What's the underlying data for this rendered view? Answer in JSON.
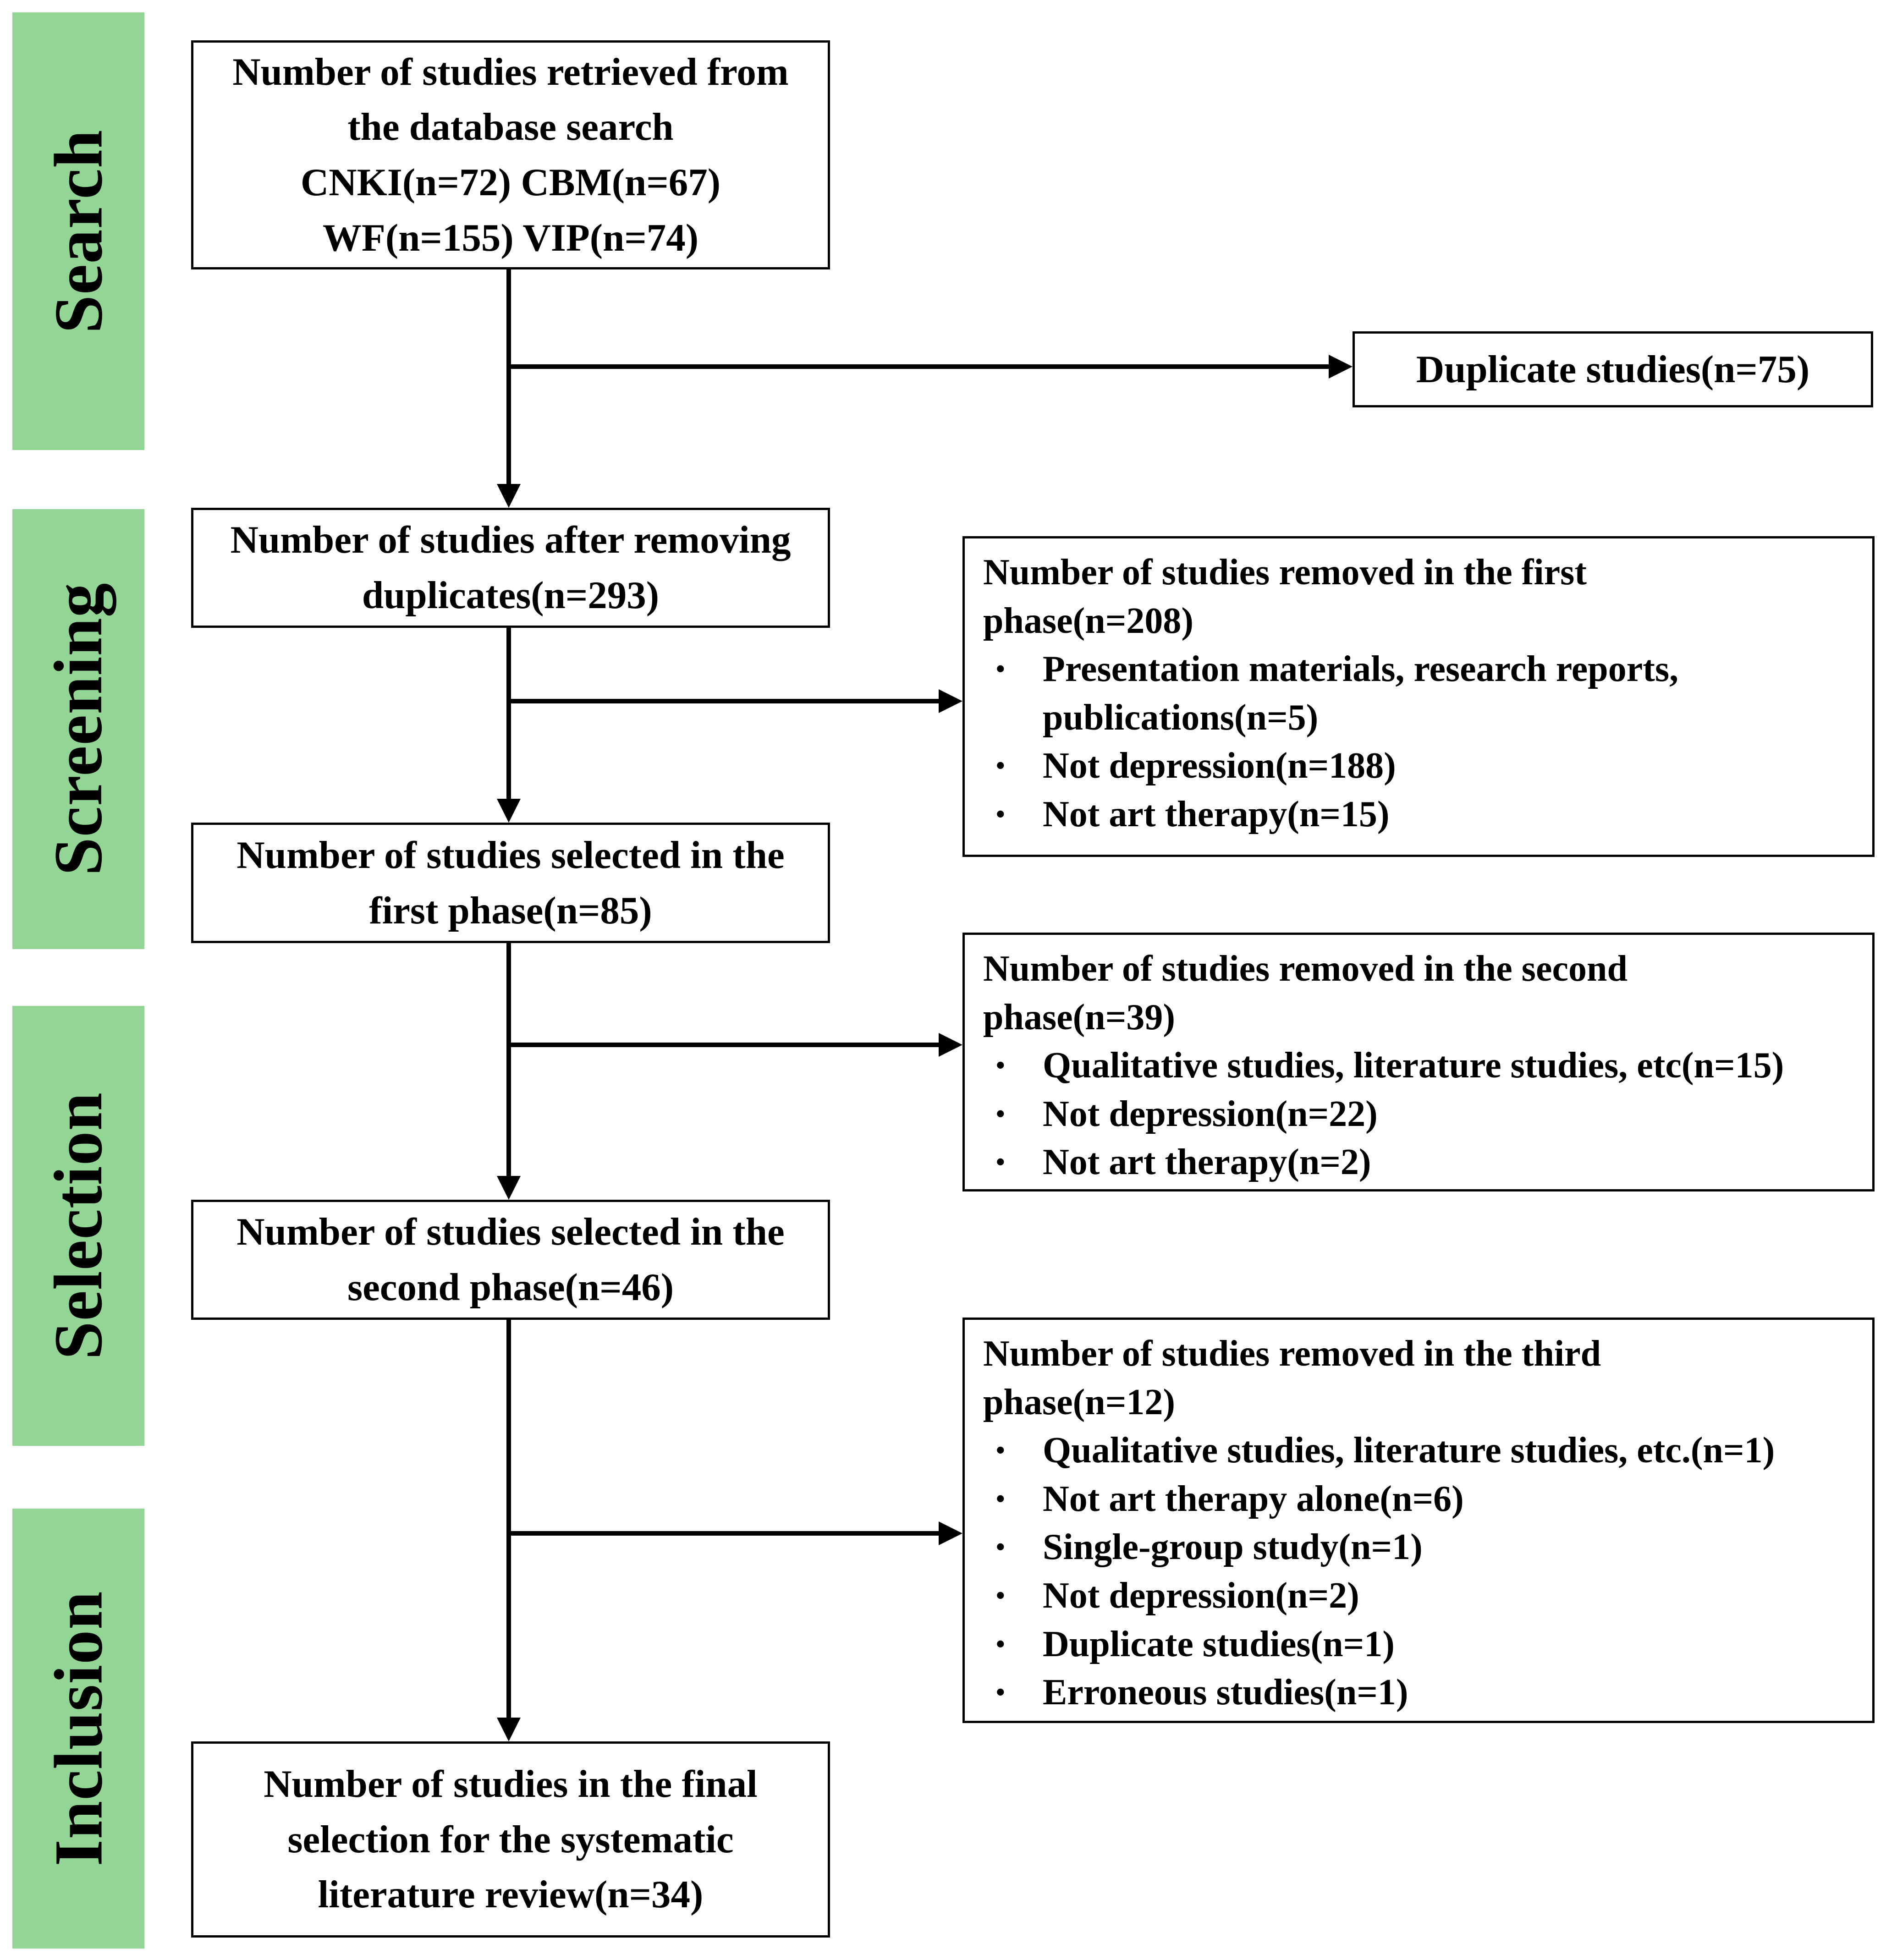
{
  "figure": {
    "background_color": "#ffffff",
    "line_color": "#000000",
    "sidebar_color": "#92d594"
  },
  "sidebar": {
    "stages": [
      {
        "label": "Search"
      },
      {
        "label": "Screening"
      },
      {
        "label": "Selection"
      },
      {
        "label": "Inclusion"
      }
    ]
  },
  "flow_boxes": {
    "retrieved": {
      "lines": [
        "Number of studies retrieved from",
        "the database search",
        "CNKI(n=72)  CBM(n=67)",
        "WF(n=155)  VIP(n=74)"
      ]
    },
    "deduplicated": {
      "lines": [
        "Number of studies after removing",
        "duplicates(n=293)"
      ]
    },
    "first_phase": {
      "lines": [
        "Number of studies selected in the",
        "first phase(n=85)"
      ]
    },
    "second_phase": {
      "lines": [
        "Number of studies selected in the",
        "second phase(n=46)"
      ]
    },
    "final_selection": {
      "lines": [
        "Number of studies in  the final",
        "selection for the systematic",
        "literature review(n=34)"
      ]
    }
  },
  "exclusion_boxes": {
    "duplicates": {
      "label": "Duplicate studies(n=75)"
    },
    "first_removed": {
      "title_lines": [
        "Number of studies removed in  the first",
        "phase(n=208)"
      ],
      "bullets": [
        "Presentation materials, research reports,\npublications(n=5)",
        "Not depression(n=188)",
        "Not art therapy(n=15)"
      ]
    },
    "second_removed": {
      "title_lines": [
        "Number of studies removed in  the second",
        "phase(n=39)"
      ],
      "bullets": [
        "Qualitative studies, literature studies, etc(n=15)",
        "Not depression(n=22)",
        "Not art therapy(n=2)"
      ]
    },
    "third_removed": {
      "title_lines": [
        "Number of studies removed in  the third",
        "phase(n=12)"
      ],
      "bullets": [
        "Qualitative studies, literature studies, etc.(n=1)",
        "Not art therapy alone(n=6)",
        "Single-group study(n=1)",
        "Not depression(n=2)",
        "Duplicate studies(n=1)",
        "Erroneous studies(n=1)"
      ]
    }
  }
}
